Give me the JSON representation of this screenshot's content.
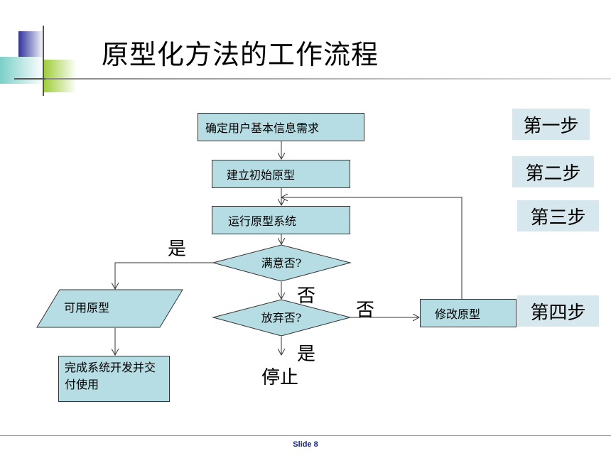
{
  "title": "原型化方法的工作流程",
  "flow": {
    "determine": "确定用户基本信息需求",
    "build": "建立初始原型",
    "run": "运行原型系统",
    "satisfied": "满意否?",
    "abandon": "放弃否?",
    "usable": "可用原型",
    "complete": "完成系统开发并交付使用",
    "modify": "修改原型"
  },
  "labels": {
    "yes_left": "是",
    "no_down": "否",
    "no_right": "否",
    "yes_down": "是",
    "stop": "停止"
  },
  "steps": [
    "第一步",
    "第二步",
    "第三步",
    "第四步"
  ],
  "footer": {
    "slide": "Slide 8"
  },
  "colors": {
    "box_fill": "#b6dde3",
    "step_fill": "#d6e8ee",
    "deco_blue": "#2f3299",
    "deco_green": "#9fce3b",
    "deco_teal": "#8fd3cf"
  }
}
